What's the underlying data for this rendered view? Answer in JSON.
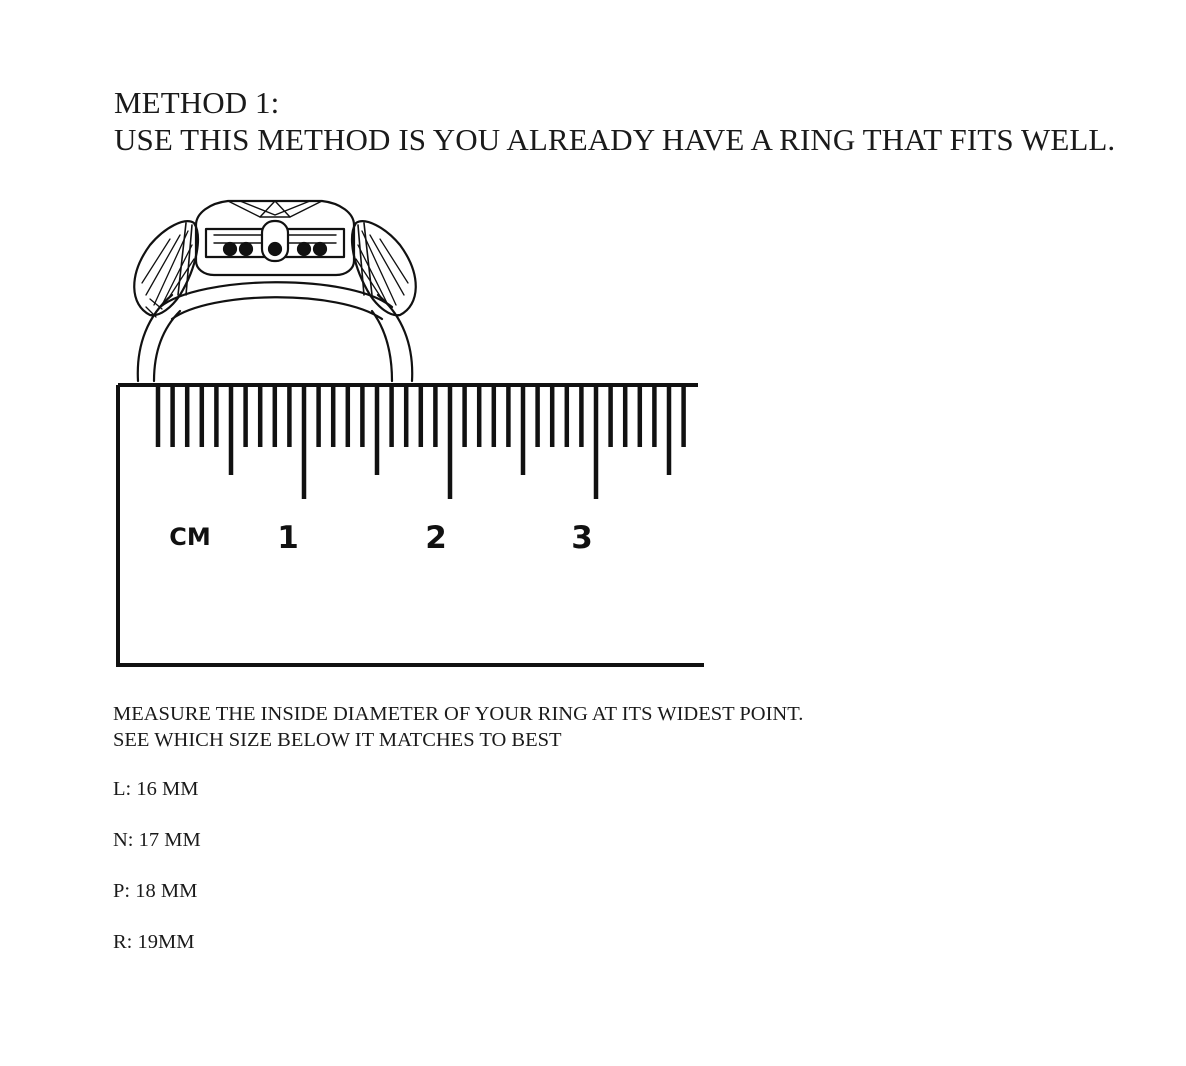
{
  "header": {
    "line1": "METHOD 1:",
    "line2": "USE THIS METHOD IS YOU ALREADY HAVE A RING THAT FITS WELL."
  },
  "figure": {
    "ruler": {
      "unit_label": "CM",
      "number_labels": [
        "1",
        "2",
        "3"
      ]
    }
  },
  "instructions": {
    "line1": "MEASURE THE INSIDE DIAMETER OF YOUR RING AT ITS WIDEST POINT.",
    "line2": "SEE WHICH SIZE BELOW IT MATCHES TO BEST"
  },
  "sizes": [
    "L: 16 MM",
    "N: 17 MM",
    "P: 18 MM",
    "R: 19MM"
  ]
}
